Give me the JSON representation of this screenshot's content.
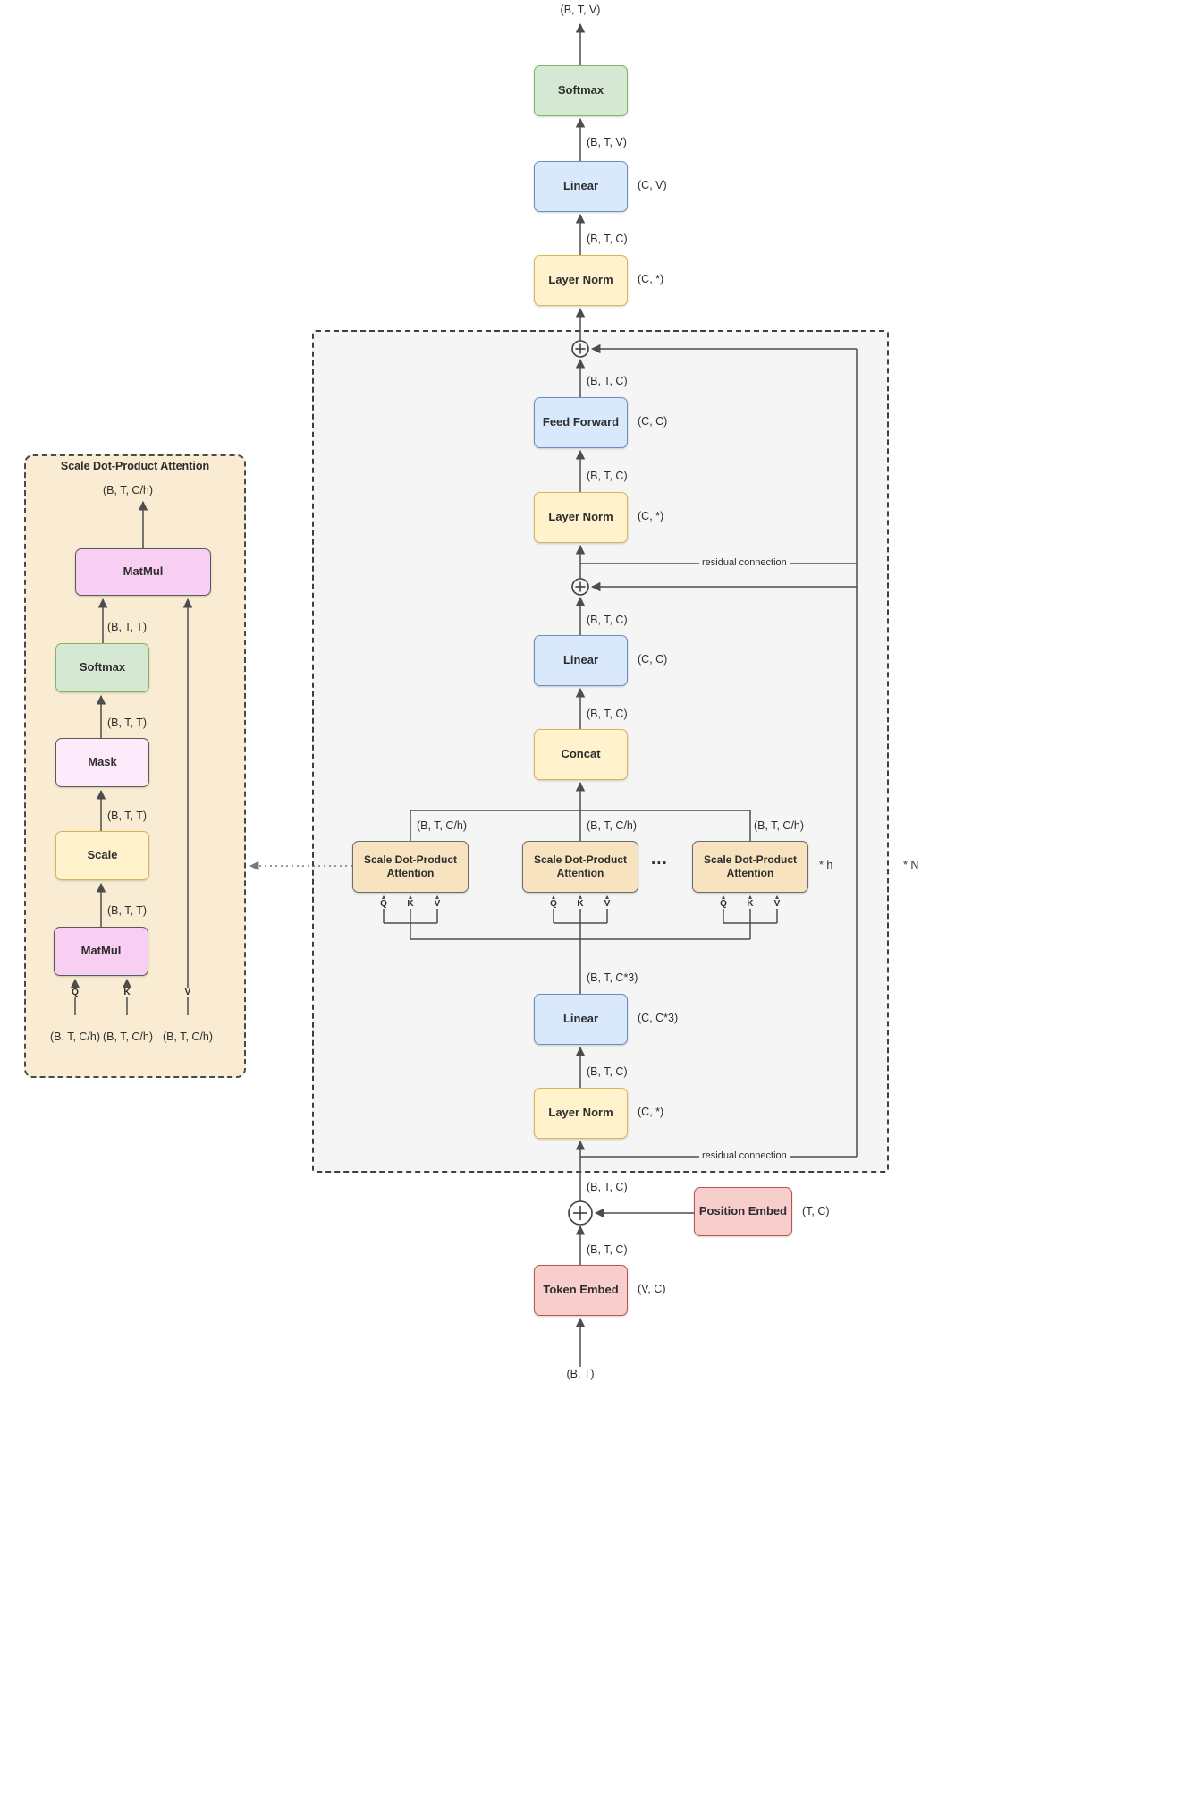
{
  "nodes": {
    "softmax": "Softmax",
    "linear": "Linear",
    "layer_norm": "Layer Norm",
    "feed_forward": "Feed Forward",
    "concat": "Concat",
    "attention_head": "Scale Dot-Product Attention",
    "position_embed": "Position Embed",
    "token_embed": "Token Embed",
    "matmul": "MatMul",
    "mask": "Mask",
    "scale": "Scale"
  },
  "detail_panel": {
    "title": "Scale Dot-Product Attention"
  },
  "shapes": {
    "btv": "(B, T, V)",
    "btc": "(B, T, C)",
    "btc3": "(B, T, C*3)",
    "btch": "(B, T, C/h)",
    "btt": "(B, T, T)",
    "bt": "(B, T)"
  },
  "dims": {
    "cv": "(C, V)",
    "c_star": "(C, *)",
    "cc": "(C, C)",
    "cc3": "(C, C*3)",
    "tc": "(T, C)",
    "vc": "(V, C)"
  },
  "annotations": {
    "residual": "residual connection",
    "ellipsis": "...",
    "times_h": "* h",
    "times_n": "* N",
    "q": "Q",
    "k": "K",
    "v": "V"
  },
  "colors": {
    "green_fill": "#d5e8d4",
    "green_stroke": "#82b366",
    "blue_fill": "#dae8fc",
    "blue_stroke": "#6c8ebf",
    "yellow_fill": "#fff2cc",
    "yellow_stroke": "#d6b656",
    "red_fill": "#f8cecc",
    "red_stroke": "#b85450",
    "tan_fill": "#f7e3c0",
    "pink_fill": "#f9cef3",
    "mask_fill": "#fdeafa",
    "panel_fill": "#f9ecd2",
    "region_fill": "#f5f5f5",
    "wire": "#4d4d4d"
  }
}
